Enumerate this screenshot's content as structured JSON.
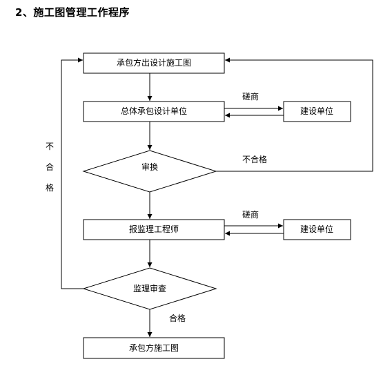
{
  "title": "2、施工图管理工作程序",
  "nodes": {
    "contractor_design": "承包方出设计施工图",
    "general_design": "总体承包设计单位",
    "build_unit_1": "建设单位",
    "review": "审换",
    "submit_engineer": "报监理工程师",
    "build_unit_2": "建设单位",
    "supervisor_review": "监理审查",
    "final_drawing": "承包方施工图"
  },
  "edges": {
    "consult_1": "磋商",
    "consult_2": "磋商",
    "fail_right": "不合格",
    "fail_left_1": "不",
    "fail_left_2": "合",
    "fail_left_3": "格",
    "pass": "合格"
  }
}
